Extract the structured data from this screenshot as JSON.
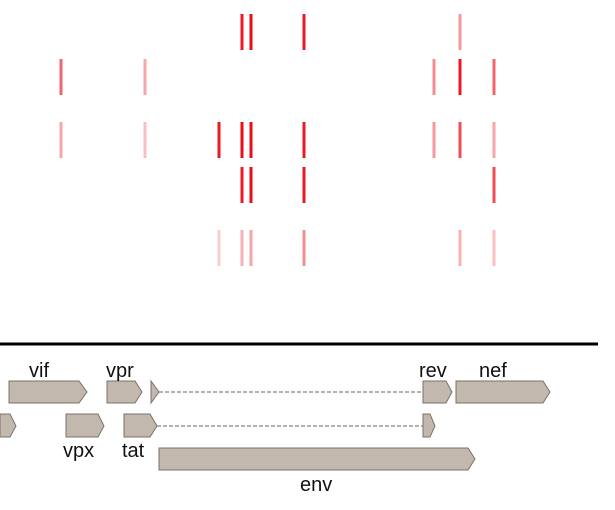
{
  "colors": {
    "background": "#ffffff",
    "mark": "#e8000b",
    "gene_fill": "#c2b8ae",
    "gene_stroke": "#7a716a",
    "axis_line": "#000000",
    "dashed_link": "#666666"
  },
  "genes": {
    "vif": "vif",
    "vpr": "vpr",
    "rev": "rev",
    "nef": "nef",
    "vpx": "vpx",
    "tat": "tat",
    "env": "env"
  },
  "tracks": [
    {
      "marks": [
        {
          "intensity": 0.9
        },
        {
          "intensity": 0.95
        },
        {
          "intensity": 0.9
        },
        {
          "intensity": 0.4
        }
      ]
    },
    {
      "marks": [
        {
          "intensity": 0.6
        },
        {
          "intensity": 0.35
        },
        {
          "intensity": 0.45
        },
        {
          "intensity": 0.9
        },
        {
          "intensity": 0.6
        }
      ]
    },
    {
      "marks": [
        {
          "intensity": 0.35
        },
        {
          "intensity": 0.25
        },
        {
          "intensity": 0.9
        },
        {
          "intensity": 0.95
        },
        {
          "intensity": 0.95
        },
        {
          "intensity": 0.9
        },
        {
          "intensity": 0.4
        },
        {
          "intensity": 0.7
        },
        {
          "intensity": 0.35
        }
      ]
    },
    {
      "marks": [
        {
          "intensity": 0.9
        },
        {
          "intensity": 0.95
        },
        {
          "intensity": 0.9
        },
        {
          "intensity": 0.7
        }
      ]
    },
    {
      "marks": [
        {
          "intensity": 0.2
        },
        {
          "intensity": 0.3
        },
        {
          "intensity": 0.35
        },
        {
          "intensity": 0.45
        },
        {
          "intensity": 0.3
        },
        {
          "intensity": 0.25
        }
      ]
    }
  ]
}
